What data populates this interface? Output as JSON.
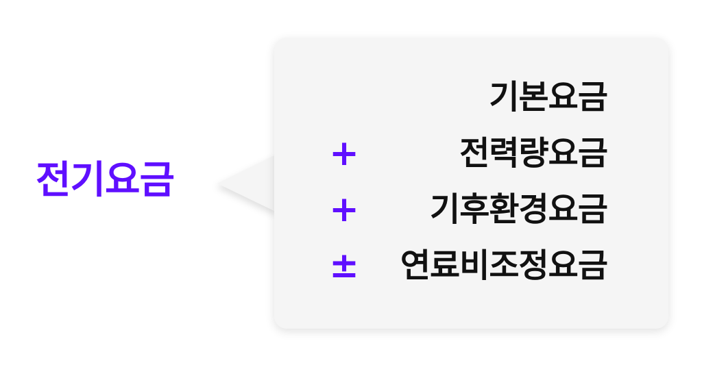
{
  "title": "전기요금",
  "colors": {
    "accent": "#5f0fff",
    "text": "#111111",
    "bubble": "#f5f5f5"
  },
  "items": [
    {
      "operator": "",
      "label": "기본요금"
    },
    {
      "operator": "+",
      "label": "전력량요금"
    },
    {
      "operator": "+",
      "label": "기후환경요금"
    },
    {
      "operator": "±",
      "label": "연료비조정요금"
    }
  ]
}
